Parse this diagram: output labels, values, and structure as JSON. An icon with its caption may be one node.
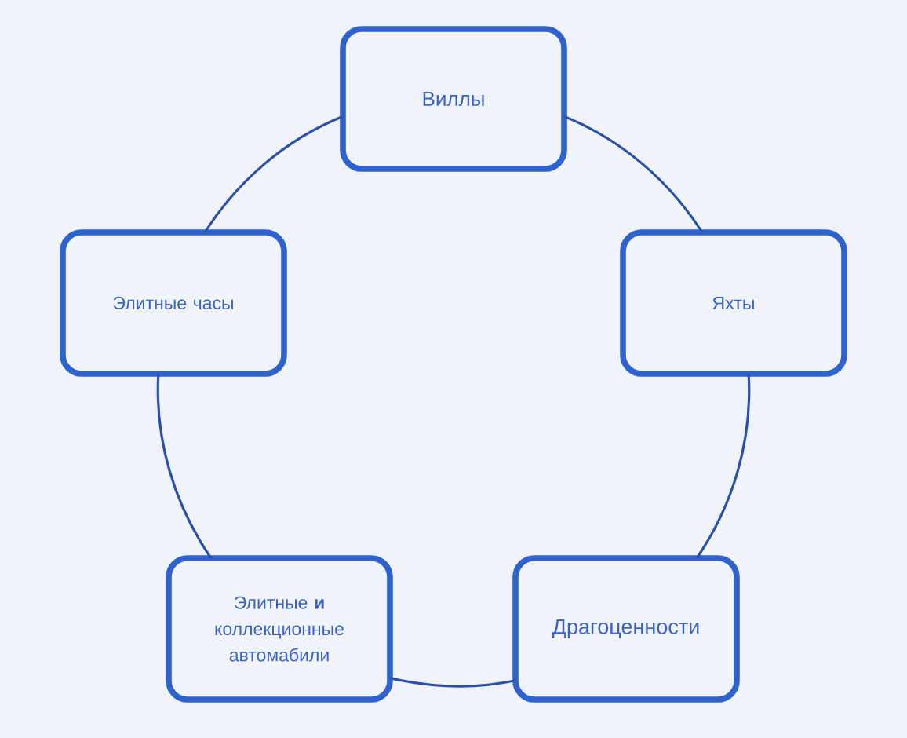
{
  "diagram": {
    "nodes": [
      {
        "text": [
          "Виллы"
        ]
      },
      {
        "text": [
          "Яхты"
        ]
      },
      {
        "text": [
          "Драгоценности"
        ]
      },
      {
        "text": [
          "Элитные **и** коллекционные автомабили"
        ]
      },
      {
        "text": [
          "Элитные часы"
        ]
      }
    ],
    "edges": [
      {
        "from": 0,
        "to": 1,
        "arrow": "none"
      },
      {
        "from": 1,
        "to": 2,
        "arrow": "none"
      },
      {
        "from": 2,
        "to": 3,
        "arrow": "none"
      },
      {
        "from": 3,
        "to": 4,
        "arrow": "none"
      },
      {
        "from": 4,
        "to": 0,
        "arrow": "none"
      }
    ]
  }
}
